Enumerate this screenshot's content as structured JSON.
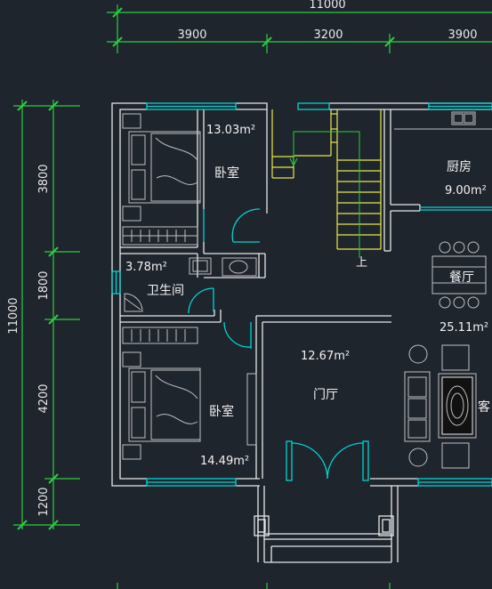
{
  "dimensions": {
    "top_total": "11000",
    "top_segments": [
      "3900",
      "3200",
      "3900"
    ],
    "left_total": "11000",
    "left_segments": [
      "3800",
      "1800",
      "4200",
      "1200"
    ]
  },
  "rooms": {
    "bedroom_top": {
      "name": "卧室",
      "area": "13.03m²"
    },
    "kitchen": {
      "name": "厨房",
      "area": "9.00m²"
    },
    "bathroom": {
      "name": "卫生间",
      "area": "3.78m²"
    },
    "dining": {
      "name": "餐厅",
      "area": "25.11m²"
    },
    "hall": {
      "name": "门厅",
      "area": "12.67m²"
    },
    "bedroom_bottom": {
      "name": "卧室",
      "area": "14.49m²"
    },
    "living": {
      "name": "客"
    }
  },
  "stair_label": "上",
  "colors": {
    "background": "#1f252d",
    "walls": "#e8e8e8",
    "dimensions": "#2ecc40",
    "windows_doors": "#00d4d4",
    "stairs": "#e8e84a",
    "furniture": "#bfbfbf",
    "text": "#f2f2f2"
  }
}
